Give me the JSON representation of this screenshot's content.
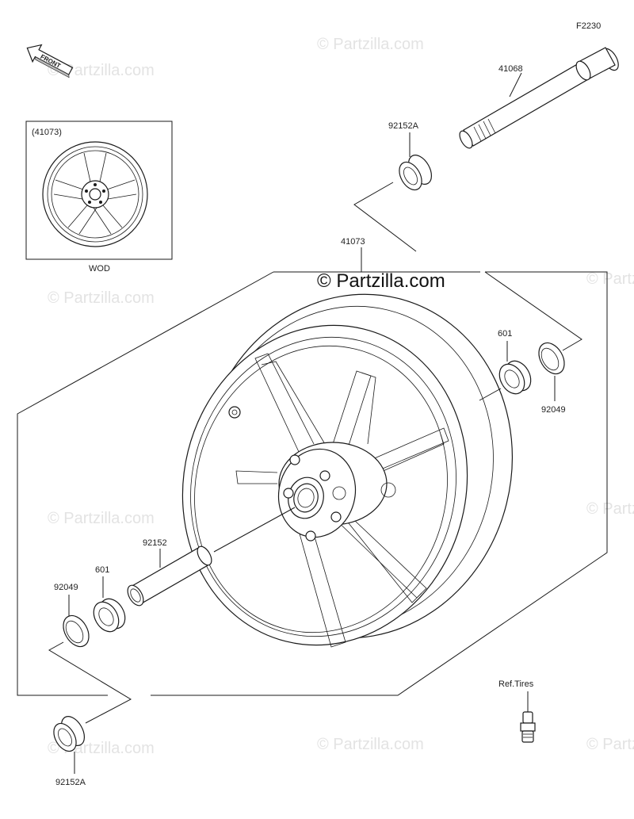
{
  "diagram_code": "F2230",
  "copyright": "© Partzilla.com",
  "watermark": "© Partzilla.com",
  "front_arrow": "FRONT",
  "inset": {
    "part_ref": "(41073)",
    "caption": "WOD"
  },
  "parts": {
    "axle": "41068",
    "collar_top": "92152A",
    "wheel": "41073",
    "bearing_right": "601",
    "seal_right": "92049",
    "spacer": "92152",
    "bearing_left": "601",
    "seal_left": "92049",
    "collar_bottom": "92152A",
    "ref_tires": "Ref.Tires"
  }
}
